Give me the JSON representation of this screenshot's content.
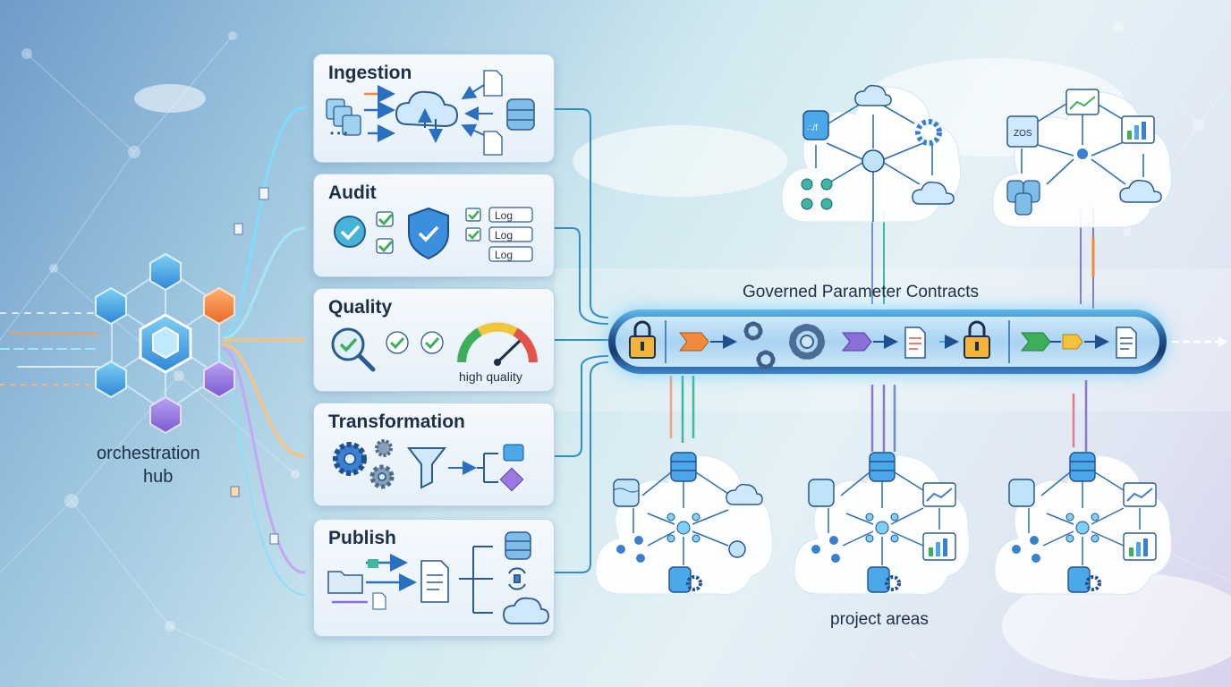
{
  "hub": {
    "label_line1": "orchestration",
    "label_line2": "hub"
  },
  "stages": [
    {
      "title": "Ingestion"
    },
    {
      "title": "Audit",
      "log_labels": [
        "Log",
        "Log",
        "Log"
      ]
    },
    {
      "title": "Quality",
      "gauge_label": "high quality"
    },
    {
      "title": "Transformation"
    },
    {
      "title": "Publish"
    }
  ],
  "pipeline": {
    "title": "Governed Parameter Contracts"
  },
  "top_clouds": [
    {
      "db_label": "∴/f"
    },
    {
      "db_label": "ZOS"
    }
  ],
  "projects": {
    "label": "project areas"
  },
  "colors": {
    "accent_blue": "#2f7fd0",
    "accent_orange": "#f08a3c",
    "accent_purple": "#8a6fd6",
    "accent_green": "#3fae5a",
    "text_dark": "#1d2f48"
  }
}
